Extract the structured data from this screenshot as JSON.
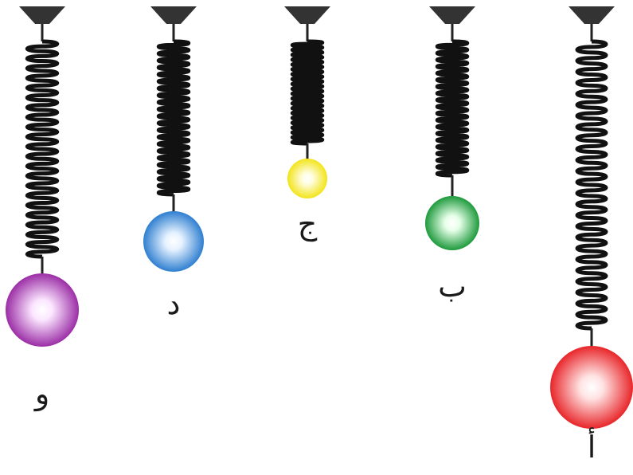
{
  "springs": [
    {
      "label": "أ",
      "ball_color": "#e8262a",
      "ball_highlight": "#ffe3e3"
    },
    {
      "label": "ب",
      "ball_color": "#1e9a3c",
      "ball_highlight": "#e6ffe9"
    },
    {
      "label": "ج",
      "ball_color": "#f2e41a",
      "ball_highlight": "#fffde0"
    },
    {
      "label": "د",
      "ball_color": "#2f7fd0",
      "ball_highlight": "#e6f2ff"
    },
    {
      "label": "و",
      "ball_color": "#9b2ea6",
      "ball_highlight": "#fbe6ff"
    }
  ],
  "colors": {
    "mount": "#333333",
    "spring": "#111111",
    "rod": "#222222"
  }
}
